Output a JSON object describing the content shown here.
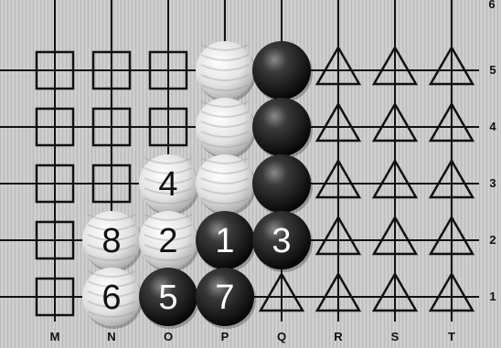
{
  "board": {
    "columns": [
      "M",
      "N",
      "O",
      "P",
      "Q",
      "R",
      "S",
      "T"
    ],
    "rows": [
      "1",
      "2",
      "3",
      "4",
      "5"
    ],
    "top_edge_label": "6",
    "colors": {
      "background": "#c9c9c9",
      "grid_line": "#111111",
      "black_stone": "#1a1a1a",
      "white_stone": "#e6e6e6",
      "number_on_black": "#ffffff",
      "number_on_white": "#111111"
    }
  },
  "stones": [
    {
      "col": "P",
      "row": "5",
      "color": "white",
      "number": ""
    },
    {
      "col": "Q",
      "row": "5",
      "color": "black",
      "number": ""
    },
    {
      "col": "P",
      "row": "4",
      "color": "white",
      "number": ""
    },
    {
      "col": "Q",
      "row": "4",
      "color": "black",
      "number": ""
    },
    {
      "col": "O",
      "row": "3",
      "color": "white",
      "number": "4"
    },
    {
      "col": "P",
      "row": "3",
      "color": "white",
      "number": ""
    },
    {
      "col": "Q",
      "row": "3",
      "color": "black",
      "number": ""
    },
    {
      "col": "N",
      "row": "2",
      "color": "white",
      "number": "8"
    },
    {
      "col": "O",
      "row": "2",
      "color": "white",
      "number": "2"
    },
    {
      "col": "P",
      "row": "2",
      "color": "black",
      "number": "1"
    },
    {
      "col": "Q",
      "row": "2",
      "color": "black",
      "number": "3"
    },
    {
      "col": "N",
      "row": "1",
      "color": "white",
      "number": "6"
    },
    {
      "col": "O",
      "row": "1",
      "color": "black",
      "number": "5"
    },
    {
      "col": "P",
      "row": "1",
      "color": "black",
      "number": "7"
    }
  ],
  "markers": [
    {
      "col": "M",
      "row": "5",
      "shape": "square"
    },
    {
      "col": "N",
      "row": "5",
      "shape": "square"
    },
    {
      "col": "O",
      "row": "5",
      "shape": "square"
    },
    {
      "col": "M",
      "row": "4",
      "shape": "square"
    },
    {
      "col": "N",
      "row": "4",
      "shape": "square"
    },
    {
      "col": "O",
      "row": "4",
      "shape": "square"
    },
    {
      "col": "M",
      "row": "3",
      "shape": "square"
    },
    {
      "col": "N",
      "row": "3",
      "shape": "square"
    },
    {
      "col": "M",
      "row": "2",
      "shape": "square"
    },
    {
      "col": "M",
      "row": "1",
      "shape": "square"
    },
    {
      "col": "R",
      "row": "5",
      "shape": "triangle"
    },
    {
      "col": "S",
      "row": "5",
      "shape": "triangle"
    },
    {
      "col": "T",
      "row": "5",
      "shape": "triangle"
    },
    {
      "col": "R",
      "row": "4",
      "shape": "triangle"
    },
    {
      "col": "S",
      "row": "4",
      "shape": "triangle"
    },
    {
      "col": "T",
      "row": "4",
      "shape": "triangle"
    },
    {
      "col": "R",
      "row": "3",
      "shape": "triangle"
    },
    {
      "col": "S",
      "row": "3",
      "shape": "triangle"
    },
    {
      "col": "T",
      "row": "3",
      "shape": "triangle"
    },
    {
      "col": "R",
      "row": "2",
      "shape": "triangle"
    },
    {
      "col": "S",
      "row": "2",
      "shape": "triangle"
    },
    {
      "col": "T",
      "row": "2",
      "shape": "triangle"
    },
    {
      "col": "Q",
      "row": "1",
      "shape": "triangle"
    },
    {
      "col": "R",
      "row": "1",
      "shape": "triangle"
    },
    {
      "col": "S",
      "row": "1",
      "shape": "triangle"
    },
    {
      "col": "T",
      "row": "1",
      "shape": "triangle"
    }
  ]
}
